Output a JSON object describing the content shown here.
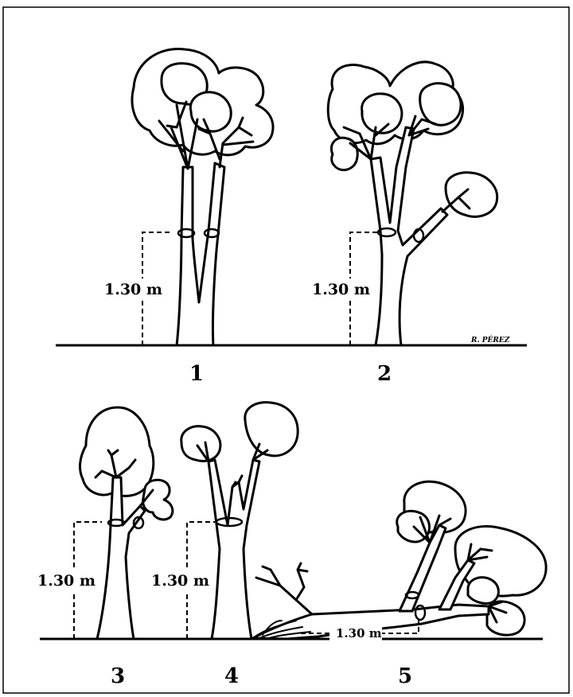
{
  "measure_label": "1.30 m",
  "panels": [
    {
      "number": "1"
    },
    {
      "number": "2"
    },
    {
      "number": "3"
    },
    {
      "number": "4"
    },
    {
      "number": "5"
    }
  ],
  "signature": "R. PÉREZ"
}
